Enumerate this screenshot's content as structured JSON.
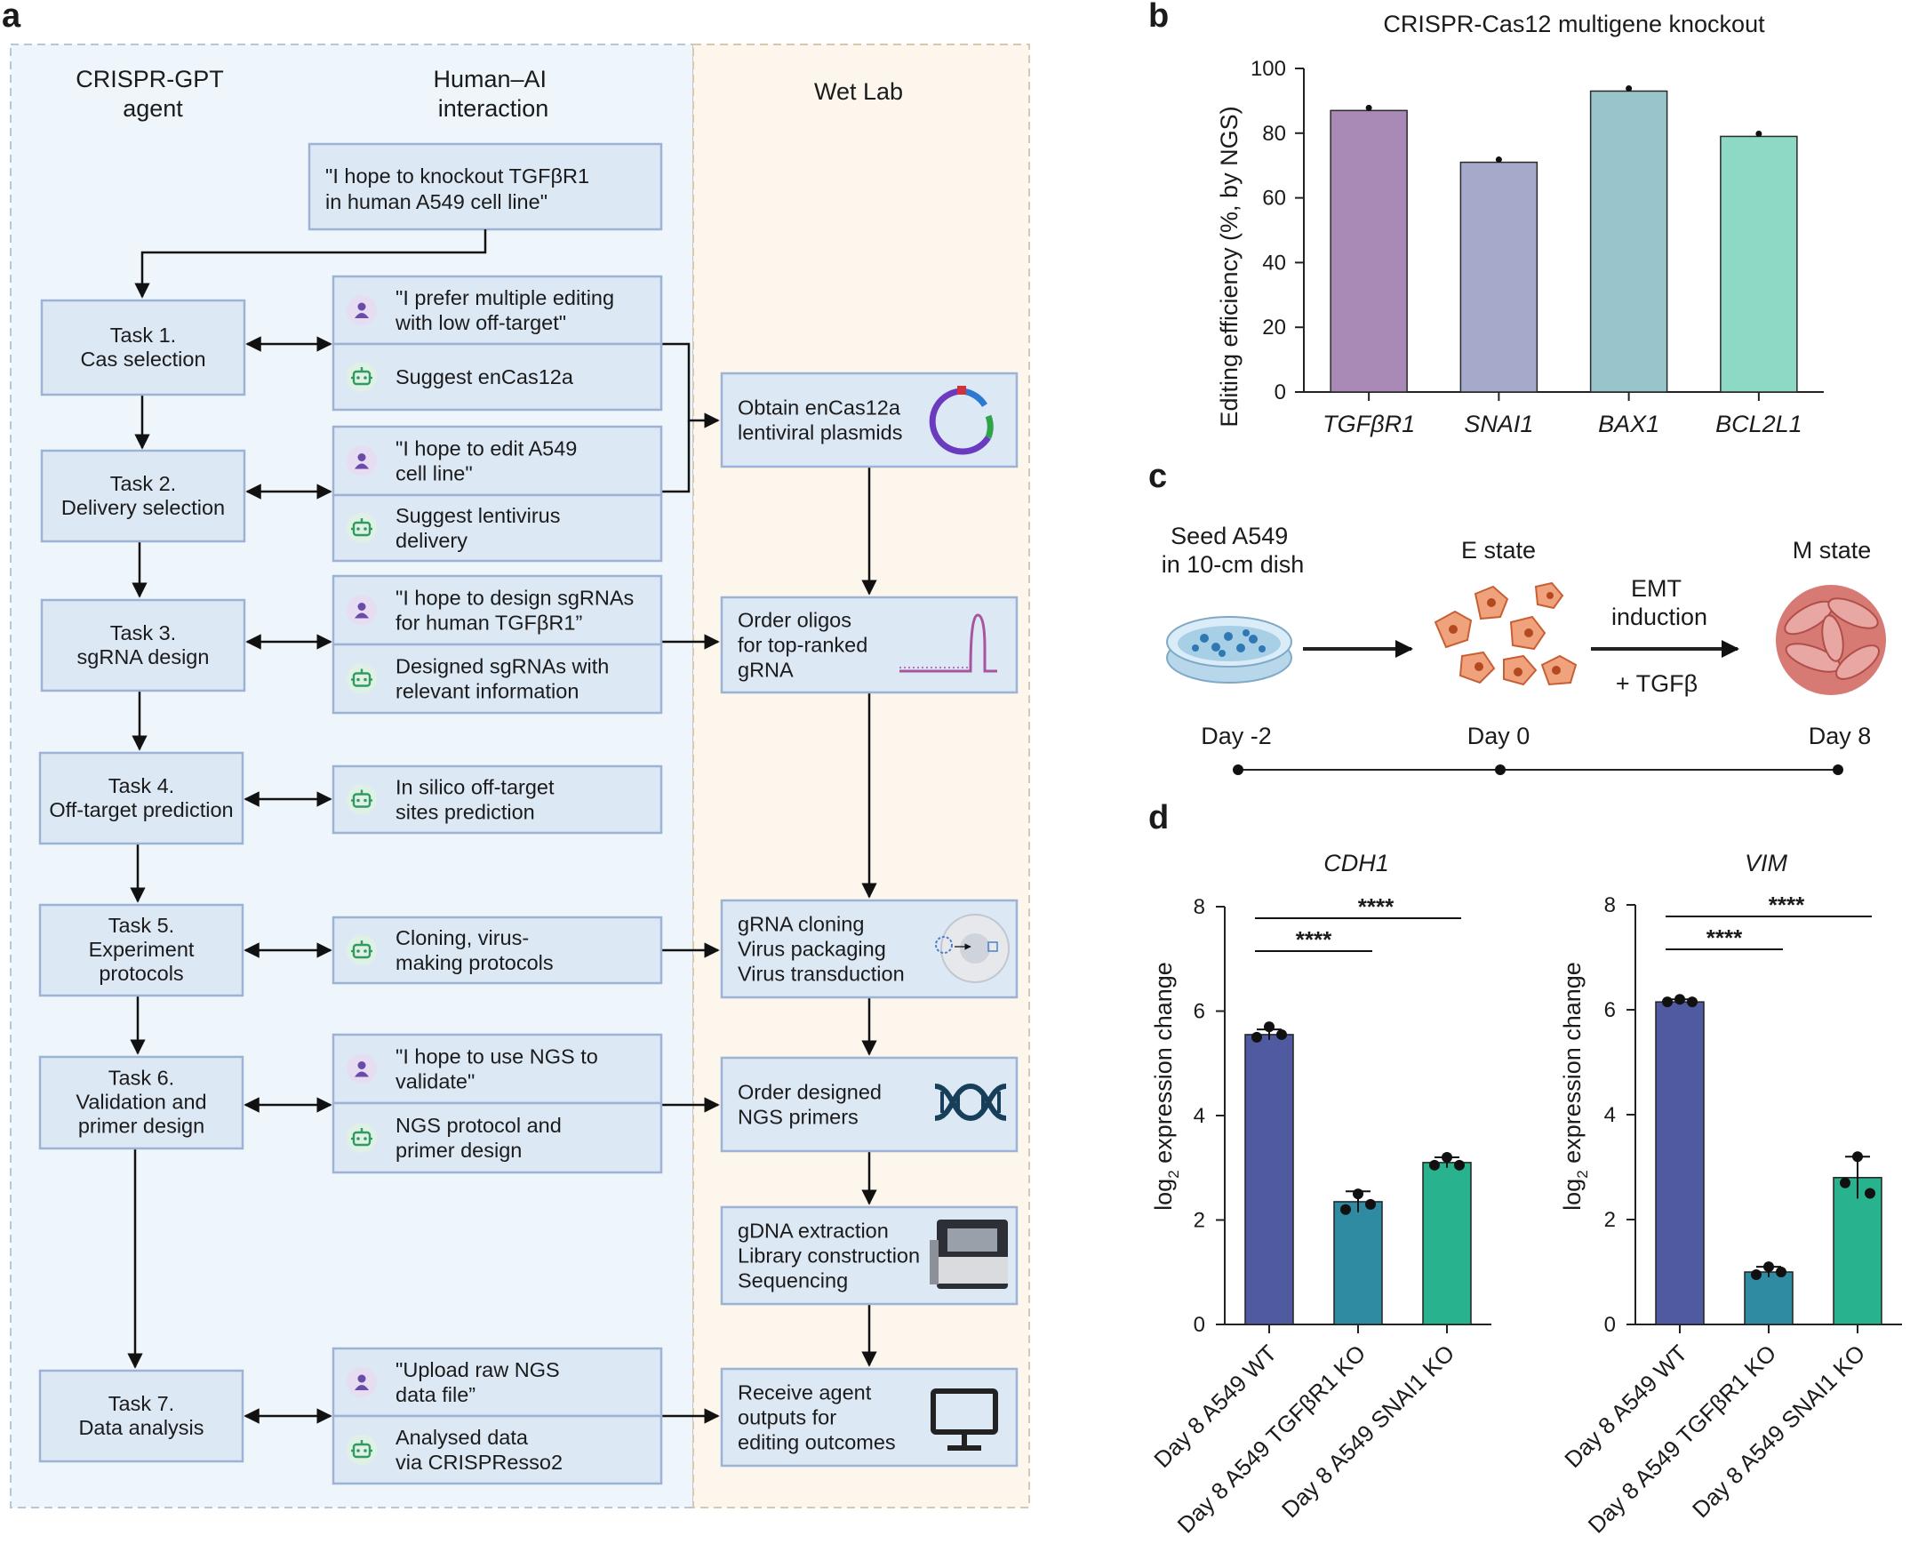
{
  "panel_a": {
    "label": "a",
    "headers": {
      "agent": [
        "CRISPR-GPT",
        "agent"
      ],
      "interaction": [
        "Human–AI",
        "interaction"
      ],
      "wetlab": "Wet Lab"
    },
    "initial_request": [
      "\"I hope to knockout TGFβR1",
      "in human A549 cell line\""
    ],
    "tasks": [
      [
        "Task 1.",
        "Cas selection"
      ],
      [
        "Task 2.",
        "Delivery selection"
      ],
      [
        "Task 3.",
        "sgRNA design"
      ],
      [
        "Task 4.",
        "Off-target prediction"
      ],
      [
        "Task 5.",
        "Experiment",
        "protocols"
      ],
      [
        "Task 6.",
        "Validation and",
        "primer design"
      ],
      [
        "Task 7.",
        "Data analysis"
      ]
    ],
    "interactions": [
      {
        "user": [
          "\"I prefer multiple editing",
          "with low off-target\""
        ],
        "agent": [
          "Suggest enCas12a"
        ]
      },
      {
        "user": [
          "\"I hope to edit A549",
          "cell line\""
        ],
        "agent": [
          "Suggest lentivirus",
          "delivery"
        ]
      },
      {
        "user": [
          "\"I hope to design sgRNAs",
          "for human TGFβR1”"
        ],
        "agent": [
          "Designed sgRNAs with",
          "relevant information"
        ]
      },
      {
        "agent": [
          "In silico off-target",
          "sites prediction"
        ]
      },
      {
        "agent": [
          "Cloning, virus-",
          "making protocols"
        ]
      },
      {
        "user": [
          "\"I hope to use NGS to",
          "validate\""
        ],
        "agent": [
          "NGS protocol and",
          "primer design"
        ]
      },
      {
        "user": [
          "\"Upload raw NGS",
          "data file”"
        ],
        "agent": [
          "Analysed data",
          "via CRISPResso2"
        ]
      }
    ],
    "wetlab_steps": [
      [
        "Obtain enCas12a",
        "lentiviral plasmids"
      ],
      [
        "Order oligos",
        "for top-ranked",
        "gRNA"
      ],
      [
        "gRNA cloning",
        "Virus packaging",
        "Virus transduction"
      ],
      [
        "Order designed",
        "NGS primers"
      ],
      [
        "gDNA extraction",
        "Library construction",
        "Sequencing"
      ],
      [
        "Receive agent",
        "outputs for",
        "editing outcomes"
      ]
    ],
    "icons": {
      "user": "person-icon",
      "agent": "robot-icon",
      "plasmid": "plasmid-icon",
      "grna": "grna-hairpin-icon",
      "virus": "virus-icon",
      "dna": "dna-icon",
      "sequencer": "sequencer-icon",
      "monitor": "monitor-icon"
    },
    "colors": {
      "agent_bg": "#eef5fb",
      "wetlab_bg": "#fcf6ec",
      "box_fill": "#dde8f5",
      "box_stroke": "#9db3d6",
      "user_icon": "#6a4ba8",
      "agent_icon": "#2f9a61"
    }
  },
  "panel_b": {
    "label": "b",
    "chart_data": {
      "type": "bar",
      "title": "CRISPR-Cas12 multigene knockout",
      "ylabel": "Editing efficiency (%, by NGS)",
      "categories": [
        "TGFβR1",
        "SNAI1",
        "BAX1",
        "BCL2L1"
      ],
      "values": [
        87,
        71,
        93,
        79
      ],
      "ylim": [
        0,
        100
      ],
      "yticks": [
        0,
        20,
        40,
        60,
        80,
        100
      ],
      "colors": [
        "#a98ab6",
        "#a6aaca",
        "#98c5cc",
        "#8ed8c6"
      ]
    }
  },
  "panel_c": {
    "label": "c",
    "stages": [
      {
        "caption": [
          "Seed A549",
          "in 10-cm dish"
        ],
        "day": "Day -2"
      },
      {
        "caption": [
          "E state"
        ],
        "day": "Day 0"
      },
      {
        "caption": [
          "M state"
        ],
        "day": "Day 8"
      }
    ],
    "transition": {
      "label": [
        "EMT",
        "induction"
      ],
      "treatment": "+ TGFβ"
    },
    "icons": [
      "petri-dish-icon",
      "epithelial-cells-icon",
      "mesenchymal-cells-icon"
    ]
  },
  "panel_d": {
    "label": "d",
    "ylabel_main": "log",
    "ylabel_sub": "2",
    "ylabel_rest": " expression change",
    "significance": "****",
    "categories": [
      "Day 8 A549 WT",
      "Day 8 A549 TGFβR1 KO",
      "Day 8 A549 SNAI1 KO"
    ],
    "chart_data": [
      {
        "type": "bar",
        "title": "CDH1",
        "categories": [
          "Day 8 A549 WT",
          "Day 8 A549 TGFβR1 KO",
          "Day 8 A549 SNAI1 KO"
        ],
        "values": [
          5.55,
          2.35,
          3.1
        ],
        "errors": [
          0.1,
          0.2,
          0.1
        ],
        "points": [
          [
            5.5,
            5.7,
            5.55
          ],
          [
            2.2,
            2.5,
            2.3
          ],
          [
            3.05,
            3.2,
            3.05
          ]
        ],
        "ylim": [
          0,
          8
        ],
        "yticks": [
          0,
          2,
          4,
          6,
          8
        ],
        "colors": [
          "#4f5aa0",
          "#2e8ba1",
          "#28b28e"
        ]
      },
      {
        "type": "bar",
        "title": "VIM",
        "categories": [
          "Day 8 A549 WT",
          "Day 8 A549 TGFβR1 KO",
          "Day 8 A549 SNAI1 KO"
        ],
        "values": [
          6.15,
          1.0,
          2.8
        ],
        "errors": [
          0.05,
          0.1,
          0.4
        ],
        "points": [
          [
            6.15,
            6.2,
            6.15
          ],
          [
            0.95,
            1.1,
            1.0
          ],
          [
            2.7,
            3.2,
            2.5
          ]
        ],
        "ylim": [
          0,
          8
        ],
        "yticks": [
          0,
          2,
          4,
          6,
          8
        ],
        "colors": [
          "#4f5aa0",
          "#2e8ba1",
          "#28b28e"
        ]
      }
    ]
  }
}
